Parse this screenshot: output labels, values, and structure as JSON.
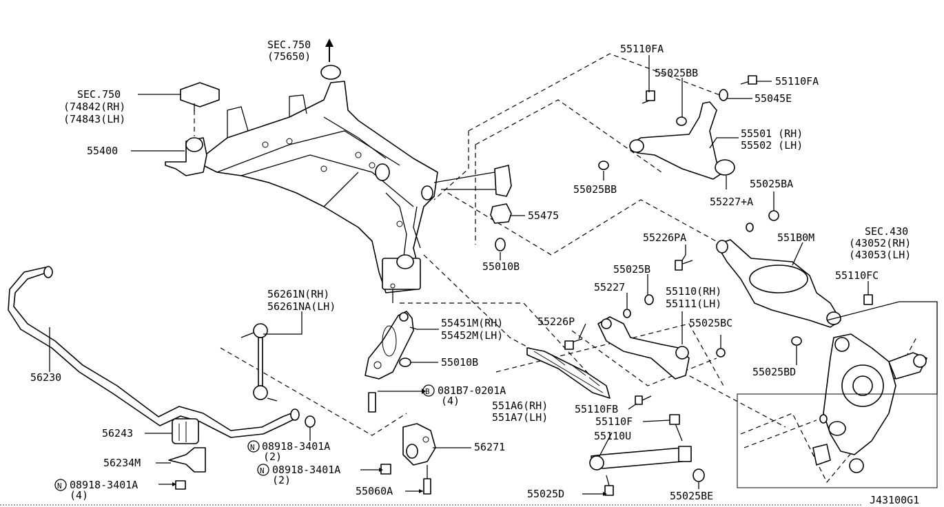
{
  "diagram_id": "J43100G1",
  "callouts": [
    {
      "key": "sec750_top_a",
      "text": "SEC.750"
    },
    {
      "key": "sec750_top_b",
      "text": "(75650)"
    },
    {
      "key": "sec750_mount",
      "text": "SEC.750"
    },
    {
      "key": "p74842",
      "text": "(74842(RH)"
    },
    {
      "key": "p74843",
      "text": "(74843(LH)"
    },
    {
      "key": "p55400",
      "text": "55400"
    },
    {
      "key": "p55110fa_a",
      "text": "55110FA"
    },
    {
      "key": "p55025bb_a",
      "text": "55025BB"
    },
    {
      "key": "p55110fa_b",
      "text": "55110FA"
    },
    {
      "key": "p55045e",
      "text": "55045E"
    },
    {
      "key": "p55501",
      "text": "55501 (RH)"
    },
    {
      "key": "p55502",
      "text": "55502 (LH)"
    },
    {
      "key": "p55025bb_b",
      "text": "55025BB"
    },
    {
      "key": "p55025ba",
      "text": "55025BA"
    },
    {
      "key": "p55227a",
      "text": "55227+A"
    },
    {
      "key": "p55475",
      "text": "55475"
    },
    {
      "key": "p55010b_a",
      "text": "55010B"
    },
    {
      "key": "p55226pa",
      "text": "55226PA"
    },
    {
      "key": "p551b0m",
      "text": "551B0M"
    },
    {
      "key": "sec430",
      "text": "SEC.430"
    },
    {
      "key": "p43052",
      "text": "(43052(RH)"
    },
    {
      "key": "p43053",
      "text": "(43053(LH)"
    },
    {
      "key": "p55025b",
      "text": "55025B"
    },
    {
      "key": "p55227",
      "text": "55227"
    },
    {
      "key": "p55110rh",
      "text": "55110(RH)"
    },
    {
      "key": "p55111lh",
      "text": "55111(LH)"
    },
    {
      "key": "p55110fc",
      "text": "55110FC"
    },
    {
      "key": "p56261n",
      "text": "56261N(RH)"
    },
    {
      "key": "p56261na",
      "text": "56261NA(LH)"
    },
    {
      "key": "p55451m",
      "text": "55451M(RH)"
    },
    {
      "key": "p55452m",
      "text": "55452M(LH)"
    },
    {
      "key": "p55226p",
      "text": "55226P"
    },
    {
      "key": "p55025bc",
      "text": "55025BC"
    },
    {
      "key": "p55010b_b",
      "text": "55010B"
    },
    {
      "key": "p55025bd",
      "text": "55025BD"
    },
    {
      "key": "p56230",
      "text": "56230"
    },
    {
      "key": "p081b7",
      "text": "081B7-0201A"
    },
    {
      "key": "p081b7_qty",
      "text": "(4)"
    },
    {
      "key": "p551a6",
      "text": "551A6(RH)"
    },
    {
      "key": "p551a7",
      "text": "551A7(LH)"
    },
    {
      "key": "p55110fb",
      "text": "55110FB"
    },
    {
      "key": "p55110f",
      "text": "55110F"
    },
    {
      "key": "p56243",
      "text": "56243"
    },
    {
      "key": "p08918_a",
      "text": "08918-3401A"
    },
    {
      "key": "p08918_a_qty",
      "text": "(2)"
    },
    {
      "key": "p56271",
      "text": "56271"
    },
    {
      "key": "p55110u",
      "text": "55110U"
    },
    {
      "key": "p56234m",
      "text": "56234M"
    },
    {
      "key": "p08918_b",
      "text": "08918-3401A"
    },
    {
      "key": "p08918_b_qty",
      "text": "(2)"
    },
    {
      "key": "p08918_c",
      "text": "08918-3401A"
    },
    {
      "key": "p08918_c_qty",
      "text": "(4)"
    },
    {
      "key": "p55060a",
      "text": "55060A"
    },
    {
      "key": "p55025d",
      "text": "55025D"
    },
    {
      "key": "p55025be",
      "text": "55025BE"
    }
  ],
  "markers": {
    "bolt_marker": "B",
    "nut_marker": "N"
  }
}
